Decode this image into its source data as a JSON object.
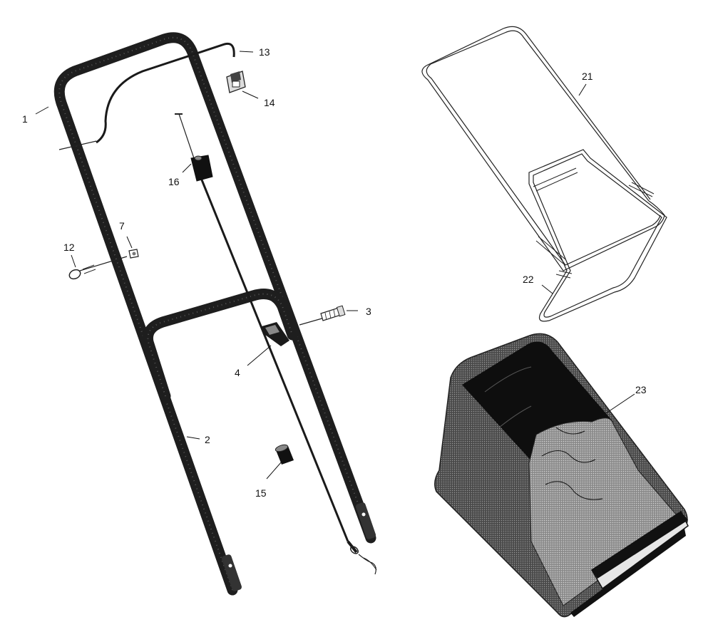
{
  "diagram": {
    "callouts": [
      "1",
      "2",
      "3",
      "4",
      "7",
      "12",
      "13",
      "14",
      "15",
      "16",
      "21",
      "22",
      "23"
    ]
  },
  "colors": {
    "ink": "#111111",
    "tube": "#2b2b2b",
    "bag": "#3a3a3a",
    "background": "#ffffff"
  }
}
